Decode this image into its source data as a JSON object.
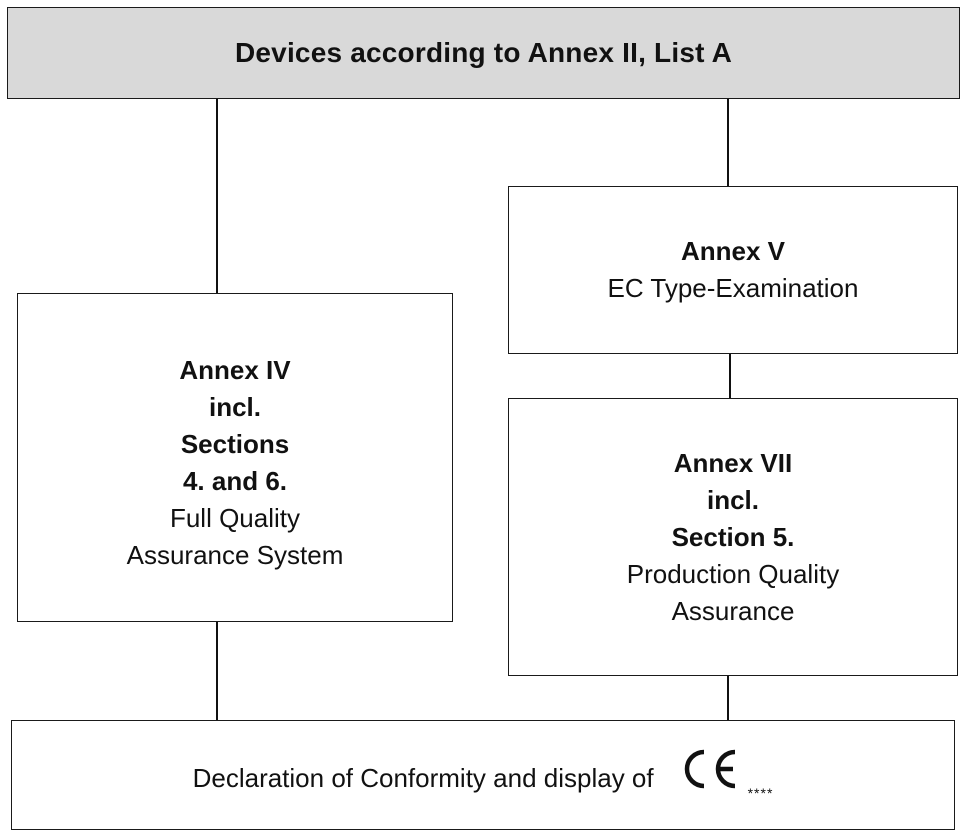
{
  "header": {
    "title": "Devices according to Annex II, List A"
  },
  "annex_iv": {
    "line1": "Annex IV",
    "line2": "incl.",
    "line3": "Sections",
    "line4": "4. and 6.",
    "line5": "Full Quality",
    "line6": "Assurance System"
  },
  "annex_v": {
    "title": "Annex V",
    "subtitle": "EC Type-Examination"
  },
  "annex_vii": {
    "line1": "Annex VII",
    "line2": "incl.",
    "line3": "Section 5.",
    "line4": "Production Quality",
    "line5": "Assurance"
  },
  "footer": {
    "text": "Declaration of Conformity and display of",
    "mark": "CE",
    "footnote": "****"
  },
  "colors": {
    "header_fill": "#d9d9d9",
    "border": "#1a1a1a",
    "text": "#111111"
  }
}
